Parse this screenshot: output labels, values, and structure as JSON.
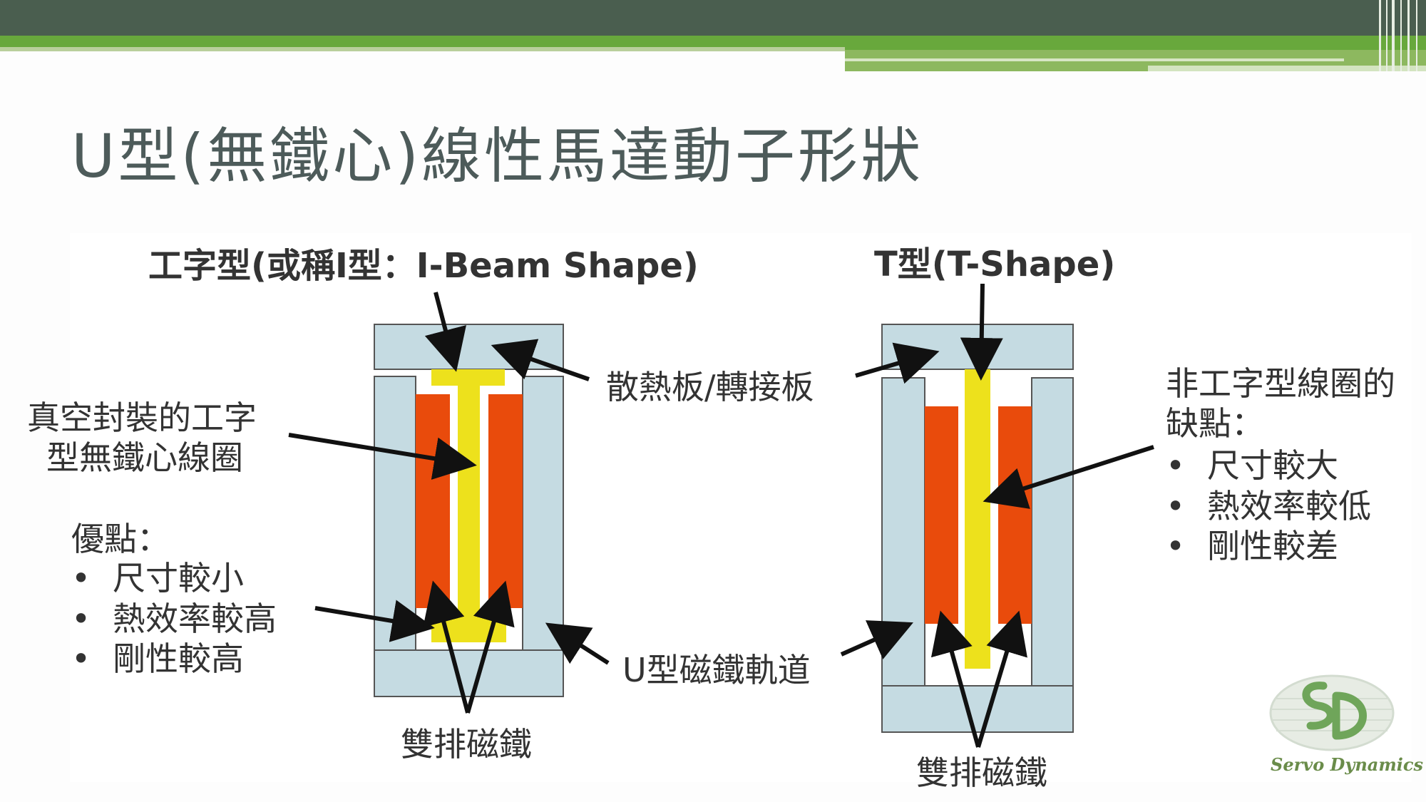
{
  "slide": {
    "title": "U型(無鐵心)線性馬達動子形狀"
  },
  "left_diagram": {
    "heading": "工字型(或稱I型：I-Beam Shape)",
    "coil_label_line1": "真空封裝的工字",
    "coil_label_line2": "型無鐵心線圈",
    "advantages_title": "優點：",
    "advantages": [
      "尺寸較小",
      "熱效率較高",
      "剛性較高"
    ],
    "magnets_label": "雙排磁鐵"
  },
  "center_labels": {
    "heat_plate": "散熱板/轉接板",
    "u_track": "U型磁鐵軌道"
  },
  "right_diagram": {
    "heading": "T型(T-Shape)",
    "disadvantages_title_line1": "非工字型線圈的",
    "disadvantages_title_line2": "缺點：",
    "disadvantages": [
      "尺寸較大",
      "熱效率較低",
      "剛性較差"
    ],
    "magnets_label": "雙排磁鐵"
  },
  "logo": {
    "text": "Servo Dynamics"
  },
  "colors": {
    "steel": "#c5dbe2",
    "magnet": "#e94b0c",
    "coil": "#ede11c",
    "header_dark": "#4a5e4f",
    "header_green": "#68a83c"
  }
}
